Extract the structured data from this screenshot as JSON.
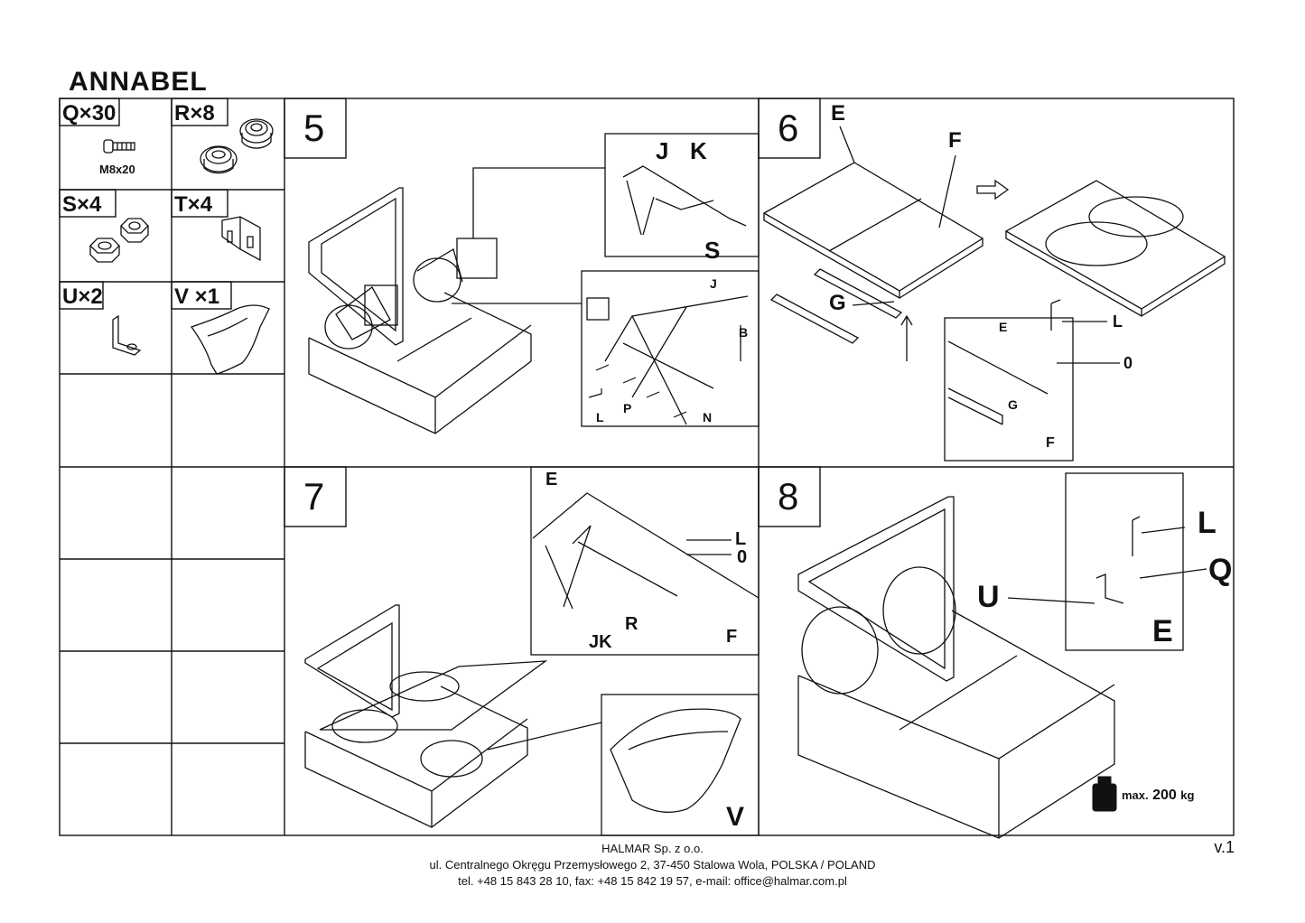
{
  "document": {
    "title": "ANNABEL",
    "version": "v.1"
  },
  "parts": [
    {
      "id": "Q",
      "qty": "30",
      "note": "M8x20"
    },
    {
      "id": "R",
      "qty": "8"
    },
    {
      "id": "S",
      "qty": "4"
    },
    {
      "id": "T",
      "qty": "4"
    },
    {
      "id": "U",
      "qty": "2"
    },
    {
      "id": "V",
      "qty": "1"
    }
  ],
  "steps": [
    {
      "number": "5",
      "labels": {
        "j": "J",
        "k": "K",
        "s": "S",
        "b": "B",
        "l": "L",
        "p": "P",
        "n": "N"
      }
    },
    {
      "number": "6",
      "labels": {
        "e": "E",
        "f": "F",
        "g": "G",
        "l": "L",
        "o": "0",
        "e2": "E",
        "g2": "G",
        "f2": "F"
      }
    },
    {
      "number": "7",
      "labels": {
        "e": "E",
        "l": "L",
        "o": "0",
        "jk": "JK",
        "r": "R",
        "f": "F",
        "v": "V"
      }
    },
    {
      "number": "8",
      "labels": {
        "u": "U",
        "l": "L",
        "q": "Q",
        "e": "E",
        "max": "max.",
        "weight": "200",
        "unit": "kg"
      }
    }
  ],
  "footer": {
    "company": "HALMAR Sp. z o.o.",
    "address": "ul. Centralnego Okręgu Przemysłowego 2, 37-450 Stalowa Wola, POLSKA / POLAND",
    "contact": "tel. +48 15 843 28 10, fax: +48 15 842 19 57, e-mail: office@halmar.com.pl"
  }
}
